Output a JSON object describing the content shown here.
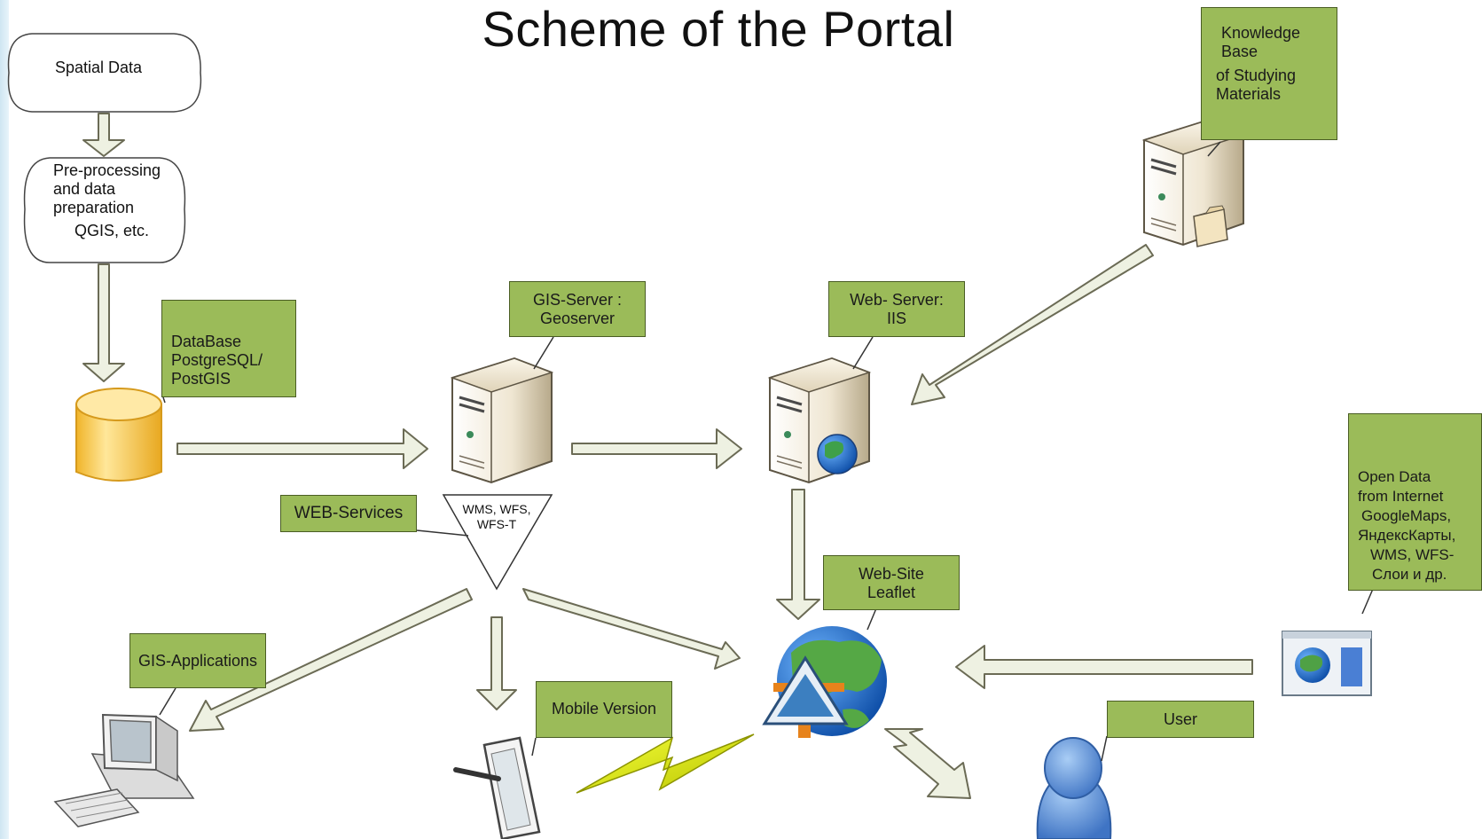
{
  "title": "Scheme of the Portal",
  "nodes": {
    "spatial_data": "Spatial Data",
    "preprocessing": [
      "Pre-processing",
      "and data",
      "preparation",
      "QGIS, etc."
    ],
    "database": [
      "DataBase",
      "PostgreSQL/",
      "PostGIS"
    ],
    "gis_server": [
      "GIS-Server :",
      "Geoserver"
    ],
    "web_server": [
      "Web- Server:",
      "IIS"
    ],
    "knowledge_base": [
      "Knowledge",
      "Base",
      "of Studying",
      "Materials"
    ],
    "web_services": "WEB-Services",
    "wms": [
      "WMS, WFS,",
      "WFS-T"
    ],
    "web_site": [
      "Web-Site",
      "Leaflet"
    ],
    "open_data": [
      "Open Data",
      "from Internet",
      "GoogleMaps,",
      "ЯндексКарты,",
      "WMS, WFS-",
      "Слои и др."
    ],
    "gis_applications": "GIS-Applications",
    "mobile_version": "Mobile Version",
    "user": "User"
  },
  "colors": {
    "label_fill": "#9bbb59",
    "label_border": "#4a5d24",
    "arrow_fill": "#eef1e2",
    "arrow_stroke": "#6b6b55",
    "database": "#f7c948",
    "user": "#5a8fd6"
  }
}
